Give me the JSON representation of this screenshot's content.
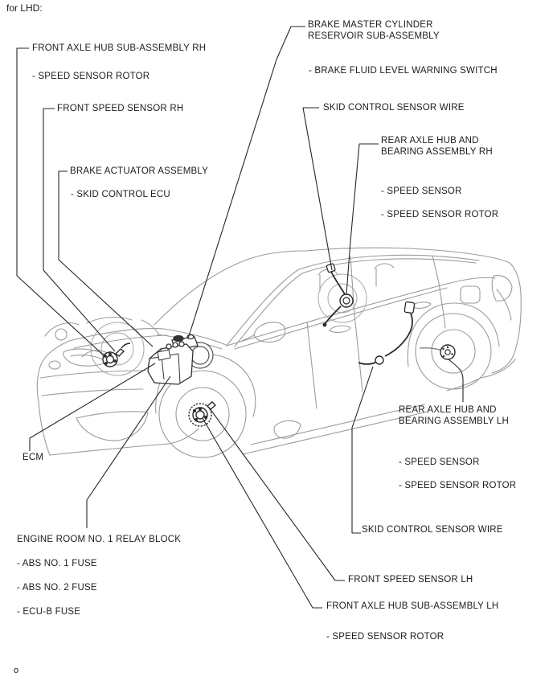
{
  "title": "for LHD:",
  "footer_mark": "o",
  "colors": {
    "body_line_art": "#9b9b9b",
    "callout_line": "#262626",
    "component_line": "#2a2a2a",
    "text": "#1c1c1c",
    "background": "#ffffff"
  },
  "labels": {
    "front_axle_hub_rh": "FRONT AXLE HUB SUB-ASSEMBLY RH",
    "front_speed_sensor_rotor_rh": "- SPEED SENSOR ROTOR",
    "front_speed_sensor_rh": "FRONT SPEED SENSOR RH",
    "brake_actuator_assembly": "BRAKE ACTUATOR ASSEMBLY",
    "skid_control_ecu": "- SKID CONTROL ECU",
    "brake_master_cylinder_line1": "BRAKE MASTER CYLINDER",
    "brake_master_cylinder_line2": "RESERVOIR SUB-ASSEMBLY",
    "brake_fluid_level_warning_switch": "- BRAKE FLUID LEVEL WARNING SWITCH",
    "skid_control_sensor_wire_rh": "SKID CONTROL SENSOR WIRE",
    "rear_axle_hub_rh_line1": "REAR AXLE HUB AND",
    "rear_axle_hub_rh_line2": "BEARING ASSEMBLY RH",
    "rear_speed_sensor_rh": "- SPEED SENSOR",
    "rear_speed_sensor_rotor_rh": "- SPEED SENSOR ROTOR",
    "rear_axle_hub_lh_line1": "REAR AXLE HUB AND",
    "rear_axle_hub_lh_line2": "BEARING ASSEMBLY LH",
    "rear_speed_sensor_lh": "- SPEED SENSOR",
    "rear_speed_sensor_rotor_lh": "- SPEED SENSOR ROTOR",
    "skid_control_sensor_wire_lh": "SKID CONTROL SENSOR WIRE",
    "ecm": "ECM",
    "engine_room_relay_block": "ENGINE ROOM NO. 1 RELAY BLOCK",
    "abs_no1_fuse": "- ABS NO. 1 FUSE",
    "abs_no2_fuse": "- ABS NO. 2 FUSE",
    "ecu_b_fuse": "- ECU-B FUSE",
    "front_speed_sensor_lh": "FRONT SPEED SENSOR LH",
    "front_axle_hub_lh": "FRONT AXLE HUB SUB-ASSEMBLY LH",
    "front_speed_sensor_rotor_lh": "- SPEED SENSOR ROTOR"
  }
}
